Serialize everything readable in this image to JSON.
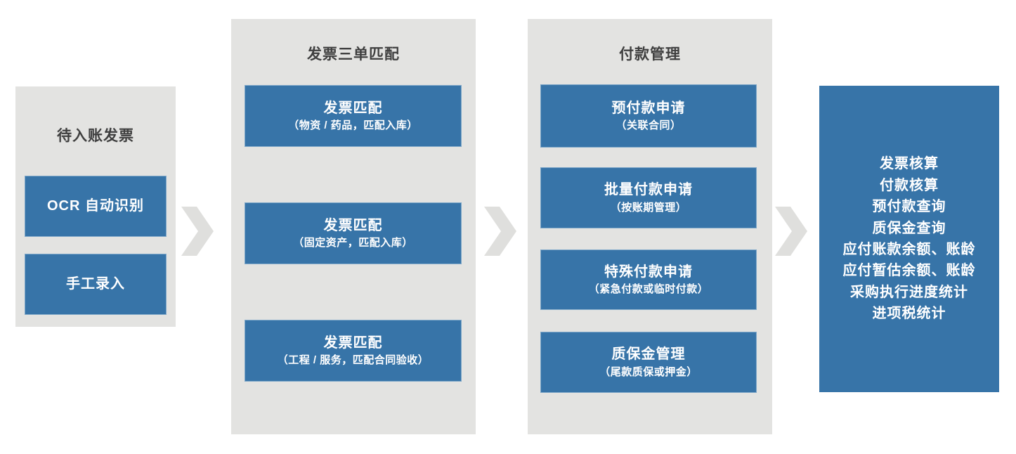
{
  "diagram": {
    "type": "flow",
    "accent_blue": "#3774A8",
    "panel_gray": "#E3E3E1",
    "title_gray": "#3F3F3F",
    "arrow_gray": "#DFDFDD",
    "card_border": "#7FA8C9",
    "stages": [
      {
        "key": "pending-invoices",
        "title": "待入账发票",
        "has_panel": true,
        "cards": [
          {
            "key": "ocr-recognition",
            "title": "OCR 自动识别",
            "subtitle": ""
          },
          {
            "key": "manual-entry",
            "title": "手工录入",
            "subtitle": ""
          }
        ]
      },
      {
        "key": "three-way-match",
        "title": "发票三单匹配",
        "has_panel": true,
        "cards": [
          {
            "key": "invoice-match-goods",
            "title": "发票匹配",
            "subtitle": "（物资 / 药品，匹配入库）"
          },
          {
            "key": "invoice-match-assets",
            "title": "发票匹配",
            "subtitle": "（固定资产，匹配入库）"
          },
          {
            "key": "invoice-match-services",
            "title": "发票匹配",
            "subtitle": "（工程 / 服务，匹配合同验收）"
          }
        ]
      },
      {
        "key": "payment-management",
        "title": "付款管理",
        "has_panel": true,
        "cards": [
          {
            "key": "prepayment-request",
            "title": "预付款申请",
            "subtitle": "（关联合同）"
          },
          {
            "key": "batch-payment-request",
            "title": "批量付款申请",
            "subtitle": "（按账期管理）"
          },
          {
            "key": "special-payment-request",
            "title": "特殊付款申请",
            "subtitle": "（紧急付款或临时付款）"
          },
          {
            "key": "retention-management",
            "title": "质保金管理",
            "subtitle": "（尾款质保或押金）"
          }
        ]
      },
      {
        "key": "accounting-reporting",
        "title": "",
        "has_panel": false,
        "items": [
          "发票核算",
          "付款核算",
          "预付款查询",
          "质保金查询",
          "应付账款余额、账龄",
          "应付暂估余额、账龄",
          "采购执行进度统计",
          "进项税统计"
        ]
      }
    ],
    "arrows": [
      {
        "key": "arrow-1",
        "from": "pending-invoices",
        "to": "three-way-match"
      },
      {
        "key": "arrow-2",
        "from": "three-way-match",
        "to": "payment-management"
      },
      {
        "key": "arrow-3",
        "from": "payment-management",
        "to": "accounting-reporting"
      }
    ]
  }
}
